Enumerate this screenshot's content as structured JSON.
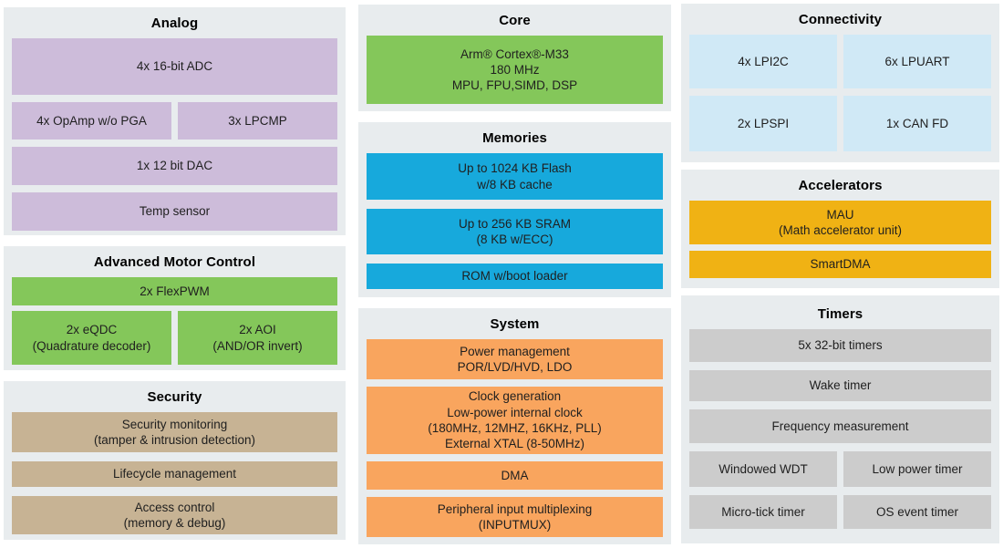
{
  "panels": {
    "analog": {
      "title": "Analog",
      "blocks": {
        "adc": "4x 16-bit ADC",
        "opamp": "4x OpAmp w/o PGA",
        "lpcmp": "3x LPCMP",
        "dac": "1x 12 bit DAC",
        "temp_sensor": "Temp sensor"
      }
    },
    "motor_control": {
      "title": "Advanced Motor Control",
      "blocks": {
        "flexpwm": "2x FlexPWM",
        "eqdc": [
          "2x eQDC",
          "(Quadrature decoder)"
        ],
        "aoi": [
          "2x AOI",
          "(AND/OR invert)"
        ]
      }
    },
    "security": {
      "title": "Security",
      "blocks": {
        "monitoring": [
          "Security monitoring",
          "(tamper & intrusion detection)"
        ],
        "lifecycle": "Lifecycle management",
        "access": [
          "Access control",
          "(memory & debug)"
        ]
      }
    },
    "core": {
      "title": "Core",
      "blocks": {
        "cpu": [
          "Arm® Cortex®-M33",
          "180 MHz",
          "MPU, FPU,SIMD, DSP"
        ]
      }
    },
    "memories": {
      "title": "Memories",
      "blocks": {
        "flash": [
          "Up to 1024 KB Flash",
          "w/8 KB cache"
        ],
        "sram": [
          "Up to 256 KB SRAM",
          "(8 KB w/ECC)"
        ],
        "rom": "ROM w/boot loader"
      }
    },
    "system": {
      "title": "System",
      "blocks": {
        "power": [
          "Power management",
          "POR/LVD/HVD, LDO"
        ],
        "clock": [
          "Clock generation",
          "Low-power internal clock",
          "(180MHz, 12MHZ, 16KHz, PLL)",
          "External XTAL (8-50MHz)"
        ],
        "dma": "DMA",
        "inputmux": [
          "Peripheral input multiplexing",
          "(INPUTMUX)"
        ]
      }
    },
    "connectivity": {
      "title": "Connectivity",
      "blocks": {
        "lpi2c": "4x LPI2C",
        "lpuart": "6x LPUART",
        "lpspi": "2x LPSPI",
        "canfd": "1x CAN FD"
      }
    },
    "accelerators": {
      "title": "Accelerators",
      "blocks": {
        "mau": [
          "MAU",
          "(Math accelerator unit)"
        ],
        "smartdma": "SmartDMA"
      }
    },
    "timers": {
      "title": "Timers",
      "blocks": {
        "timers32": "5x 32-bit timers",
        "wake": "Wake timer",
        "freq": "Frequency measurement",
        "wwdt": "Windowed WDT",
        "lptimer": "Low power timer",
        "utick": "Micro-tick timer",
        "ostimer": "OS event timer"
      }
    }
  },
  "colors": {
    "page_background": "#ffffff",
    "panel_background": "#e8ecee",
    "analog_purple": "#cdbcda",
    "motor_core_green": "#84c75a",
    "security_tan": "#c7b394",
    "memories_cyan": "#17a9dc",
    "system_orange": "#f9a55e",
    "connectivity_light_blue": "#d0e9f6",
    "accelerators_amber": "#f0b214",
    "timers_gray": "#cccccc",
    "block_text": "#1f1f1f"
  }
}
